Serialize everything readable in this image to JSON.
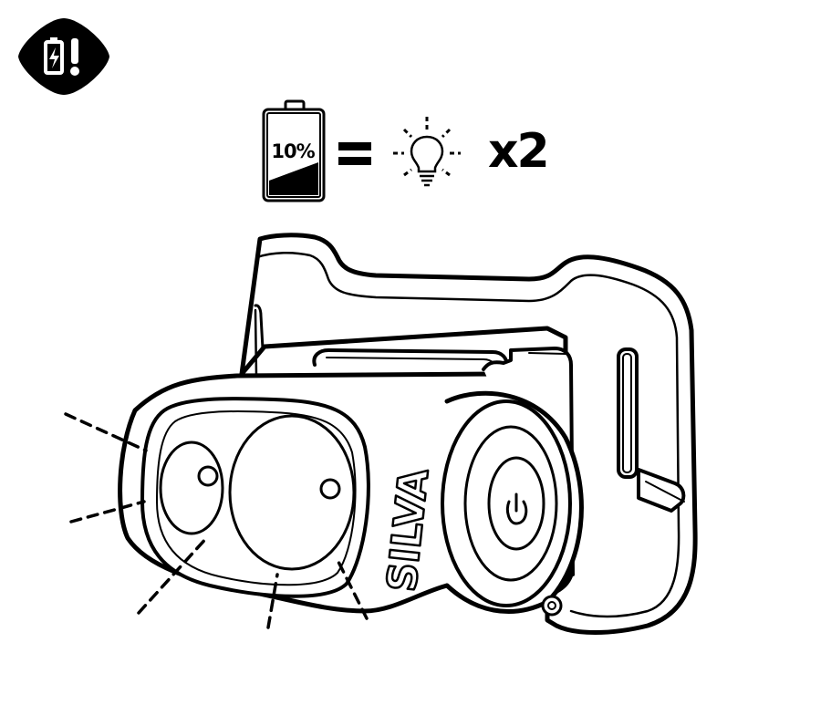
{
  "battery_notice": {
    "level_label": "10%",
    "equals_sign": "=",
    "multiplier": "x2"
  },
  "headlamp": {
    "brand": "SILVA"
  },
  "icons": {
    "warning": "low-battery-warning-icon",
    "battery": "battery-icon",
    "bulb": "flashing-bulb-icon",
    "power": "power-icon"
  },
  "colors": {
    "ink": "#000000",
    "paper": "#ffffff",
    "lens": "#ffffff",
    "light_dashes": "#000000"
  }
}
